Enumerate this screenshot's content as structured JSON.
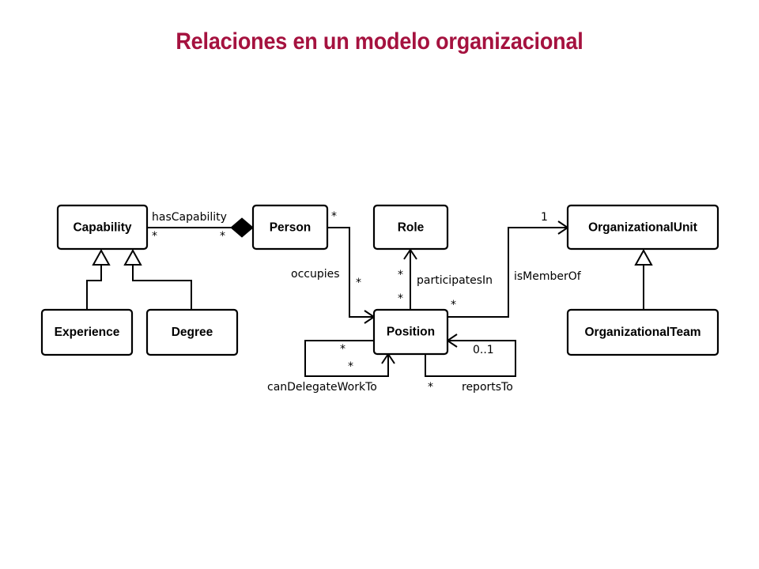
{
  "title": "Relaciones en un modelo organizacional",
  "colors": {
    "title": "#a5123f",
    "stroke": "#000000",
    "box_fill": "#ffffff"
  },
  "classes": {
    "capability": "Capability",
    "experience": "Experience",
    "degree": "Degree",
    "person": "Person",
    "role": "Role",
    "position": "Position",
    "organizational_unit": "OrganizationalUnit",
    "organizational_team": "OrganizationalTeam"
  },
  "associations": {
    "has_capability": {
      "label": "hasCapability",
      "source_mult": "*",
      "target_mult": "*"
    },
    "occupies": {
      "label": "occupies",
      "source_mult": "*",
      "target_mult": "*"
    },
    "participates_in": {
      "label": "participatesIn",
      "source_mult": "*",
      "target_mult": "*"
    },
    "is_member_of": {
      "label": "isMemberOf",
      "source_mult": "*",
      "target_mult": "1"
    },
    "can_delegate_work_to": {
      "label": "canDelegateWorkTo",
      "source_mult": "*",
      "target_mult": "*"
    },
    "reports_to": {
      "label": "reportsTo",
      "source_mult": "*",
      "target_mult": "0..1"
    }
  }
}
